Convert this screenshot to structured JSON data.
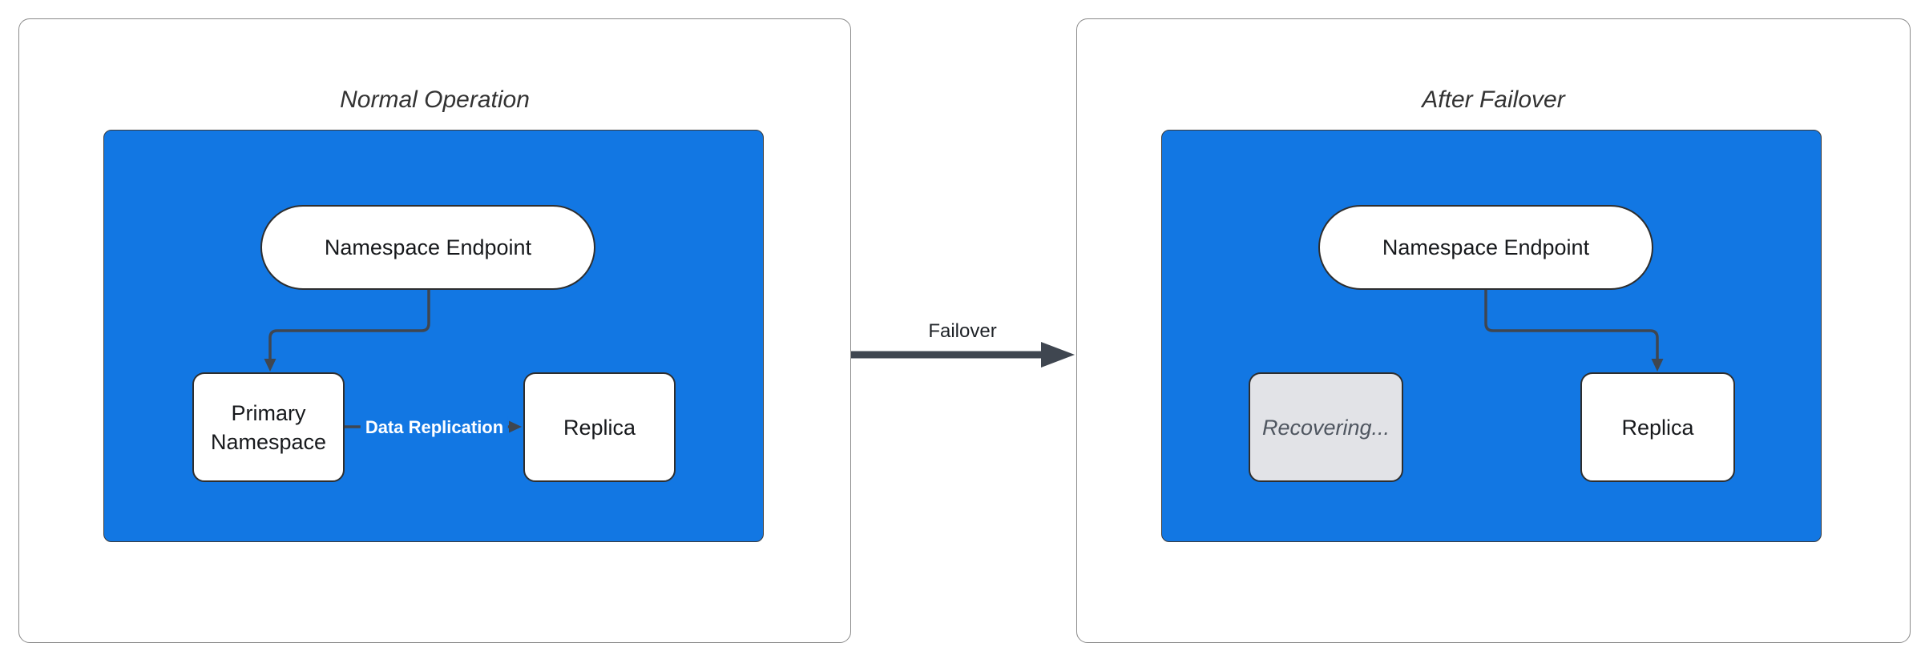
{
  "diagram": {
    "left_panel": {
      "title": "Normal Operation",
      "endpoint_label": "Namespace Endpoint",
      "primary_label": "Primary Namespace",
      "replica_label": "Replica",
      "replication_edge_label": "Data Replication"
    },
    "failover_label": "Failover",
    "right_panel": {
      "title": "After Failover",
      "endpoint_label": "Namespace Endpoint",
      "recovering_label": "Recovering...",
      "replica_label": "Replica"
    }
  },
  "colors": {
    "container_fill": "#1277e3",
    "container_border": "#3a3a3a",
    "node_fill": "#ffffff",
    "node_border": "#2e2e2e",
    "node_text": "#17191c",
    "disabled_node_fill": "#e2e3e7",
    "disabled_node_text": "#4f5660",
    "edge_stroke": "#3f4650",
    "edge_label_text": "#ffffff",
    "panel_border": "#8a8a8a",
    "panel_title_text": "#333333"
  }
}
